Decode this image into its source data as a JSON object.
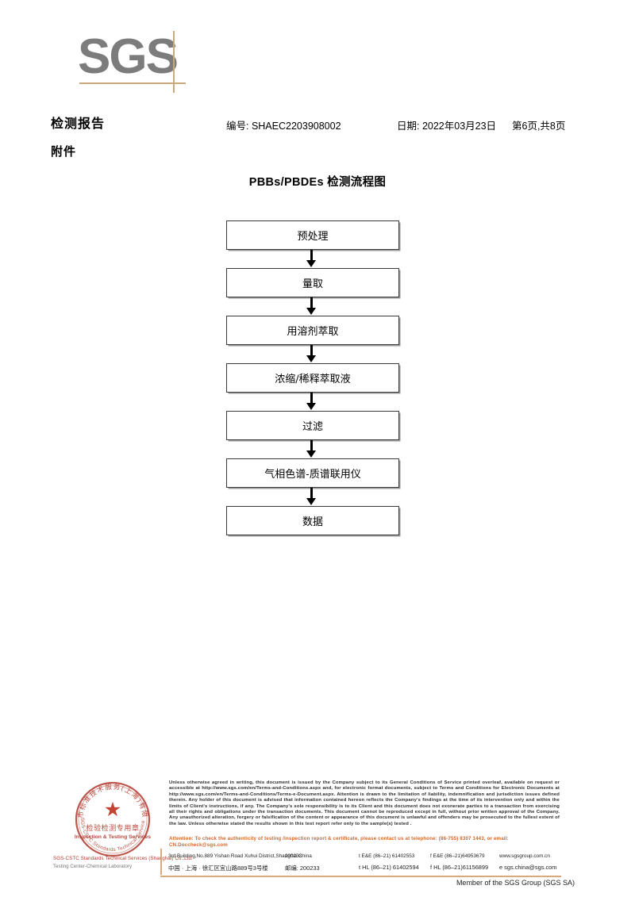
{
  "logo": {
    "text": "SGS",
    "accent_color": "#c9a87c",
    "text_color": "#7c7c7c"
  },
  "header": {
    "title": "检测报告",
    "subtitle": "附件",
    "report_no": "编号: SHAEC2203908002",
    "date": "日期: 2022年03月23日",
    "page": "第6页,共8页"
  },
  "flow": {
    "title": "PBBs/PBDEs 检测流程图",
    "steps": [
      {
        "label": "预处理"
      },
      {
        "label": "量取"
      },
      {
        "label": "用溶剂萃取"
      },
      {
        "label": "浓缩/稀释萃取液"
      },
      {
        "label": "过滤"
      },
      {
        "label": "气相色谱-质谱联用仪"
      },
      {
        "label": "数据"
      }
    ]
  },
  "footer": {
    "seal": {
      "ring_text_top": "深圳市标准技术服务(上海)有限公司",
      "center_line1": "检验检测专用章",
      "center_line2": "Inspection & Testing Services",
      "ring_text_bottom": "SGS-CSTC Standards Technical Services",
      "star": "★",
      "color": "#b23a2e"
    },
    "entity_line1": "SGS-CSTC Standards Technical Services (Shanghai) Co.,Ltd.",
    "entity_line2": "Testing Center-Chemical Laboratory",
    "legal_text": "Unless otherwise agreed in writing, this document is issued by the Company subject to its General Conditions of Service printed overleaf, available on request or accessible at http://www.sgs.com/en/Terms-and-Conditions.aspx and, for electronic format documents, subject to Terms and Conditions for Electronic Documents at http://www.sgs.com/en/Terms-and-Conditions/Terms-e-Document.aspx. Attention is drawn to the limitation of liability, indemnification and jurisdiction issues defined therein. Any holder of this document is advised that information contained hereon reflects the Company's findings at the time of its intervention only and within the limits of Client's instructions, if any. The Company's sole responsibility is to its Client and this document does not exonerate parties to a transaction from exercising all their rights and obligations under the transaction documents. This document cannot be reproduced except in full, without prior written approval of the Company. Any unauthorized alteration, forgery or falsification of the content or appearance of this document is unlawful and offenders may be prosecuted to the fullest extent of the law. Unless otherwise stated the results shown in this test report refer only to the sample(s) tested .",
    "attention_text": "Attention: To check the authenticity of testing /inspection report & certificate, please contact us at telephone: (86-755) 8307 1443, or email: CN.Doccheck@sgs.com",
    "attention_color": "#d2662a",
    "address": {
      "en_address": "3rd Building,No.889 Yishan Road Xuhui District,Shanghai China",
      "en_zip": "200233",
      "en_tel_ee": "t E&E (86–21) 61402553",
      "en_fax_ee": "f E&E (86–21)64953679",
      "en_web": "www.sgsgroup.com.cn",
      "cn_address": "中国 · 上海 · 徐汇区宜山路889号3号楼",
      "cn_zip": "邮编: 200233",
      "cn_tel_hl": "t HL (86–21) 61402594",
      "cn_fax_hl": "f HL (86–21)61156899",
      "cn_email": "e  sgs.china@sgs.com"
    },
    "member_text": "Member of the SGS Group (SGS SA)",
    "rule_color": "#d8a97a"
  }
}
